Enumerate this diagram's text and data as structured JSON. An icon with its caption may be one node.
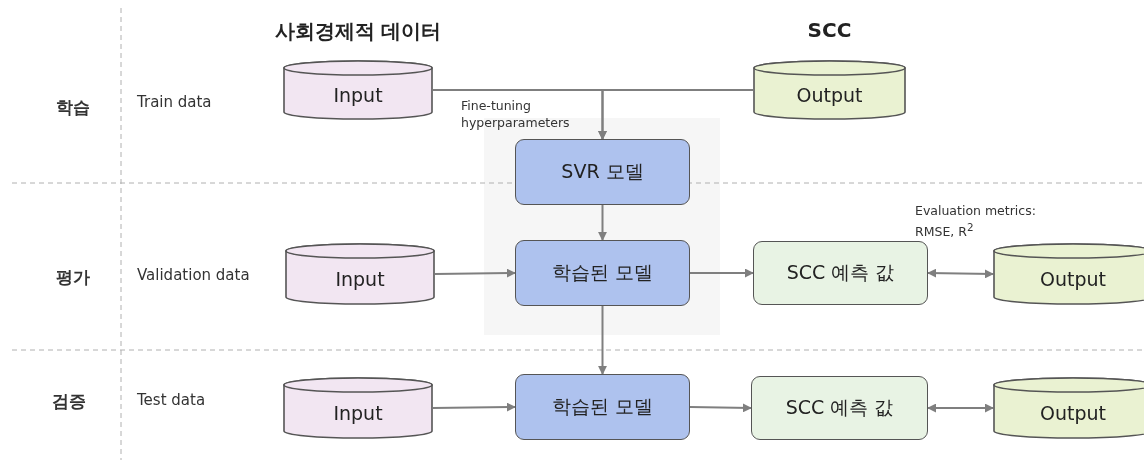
{
  "diagram": {
    "nodes": [
      {
        "text": [
          "사회경제적 데이터",
          "Input"
        ]
      },
      {
        "text": [
          "SCC",
          "Output"
        ]
      },
      {
        "text": [
          "SVR 모델"
        ]
      },
      {
        "text": [
          "Input"
        ]
      },
      {
        "text": [
          "학습된 모델"
        ]
      },
      {
        "text": [
          "SCC 예측 값"
        ]
      },
      {
        "text": [
          "Output"
        ]
      },
      {
        "text": [
          "Input"
        ]
      },
      {
        "text": [
          "학습된 모델"
        ]
      },
      {
        "text": [
          "SCC 예측 값"
        ]
      },
      {
        "text": [
          "Output"
        ]
      }
    ],
    "edges": [
      {
        "from": 0,
        "to": 2,
        "arrow": "to"
      },
      {
        "from": 1,
        "to": 2,
        "arrow": "to"
      },
      {
        "from": 2,
        "to": 4,
        "arrow": "to"
      },
      {
        "from": 3,
        "to": 4,
        "arrow": "to"
      },
      {
        "from": 4,
        "to": 5,
        "arrow": "to"
      },
      {
        "from": 5,
        "to": 6,
        "arrow": "both"
      },
      {
        "from": 4,
        "to": 8,
        "arrow": "to"
      },
      {
        "from": 7,
        "to": 8,
        "arrow": "to"
      },
      {
        "from": 8,
        "to": 9,
        "arrow": "to"
      },
      {
        "from": 9,
        "to": 10,
        "arrow": "both"
      }
    ],
    "labels": [
      "학습",
      "Train data",
      "평가",
      "Validation data",
      "검증",
      "Test data",
      "Fine-tuning hyperparameters",
      "Evaluation metrics: RMSE, R$^{2}$"
    ]
  }
}
